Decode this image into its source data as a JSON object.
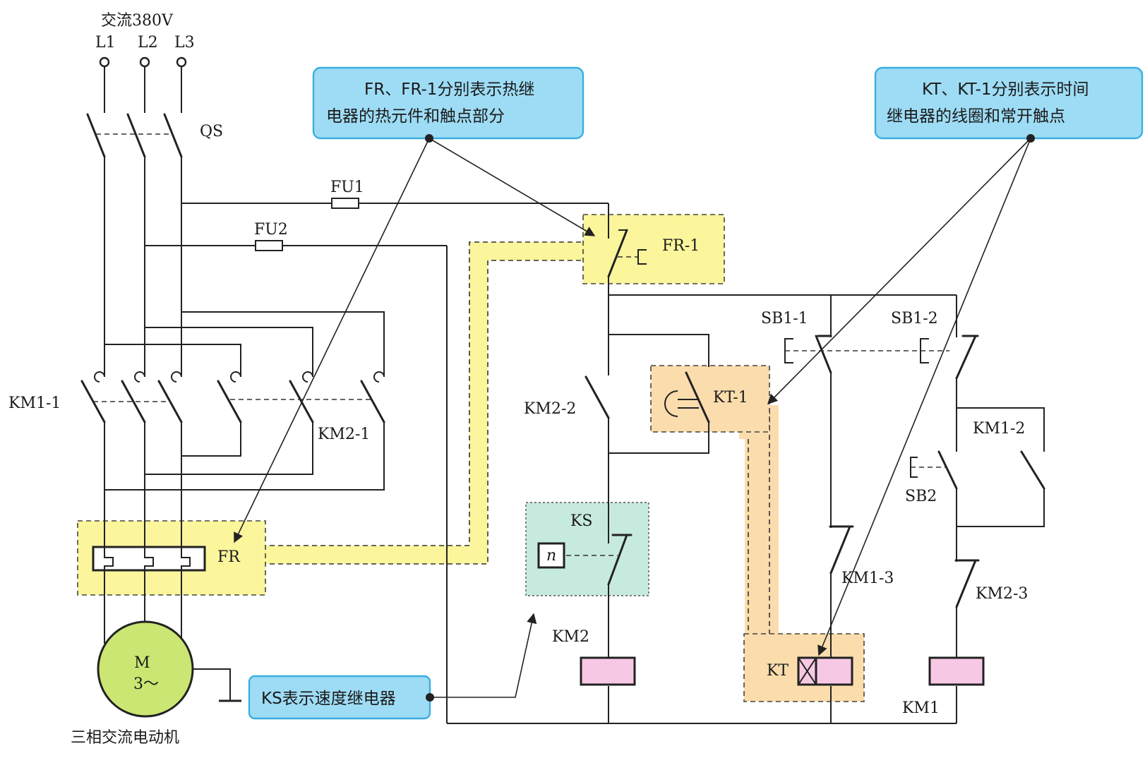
{
  "supply": {
    "title": "交流380V",
    "phases": [
      "L1",
      "L2",
      "L3"
    ]
  },
  "labels": {
    "qs": "QS",
    "fu1": "FU1",
    "fu2": "FU2",
    "fr_contact": "FR-1",
    "km1_main": "KM1-1",
    "km2_main": "KM2-1",
    "fr": "FR",
    "motor_line1": "M",
    "motor_line2": "3～",
    "motor_caption": "三相交流电动机",
    "km2_2": "KM2-2",
    "kt_1": "KT-1",
    "sb1_1": "SB1-1",
    "sb1_2": "SB1-2",
    "km1_2": "KM1-2",
    "sb2": "SB2",
    "ks": "KS",
    "ks_symbol": "n",
    "km1_3": "KM1-3",
    "km2_3": "KM2-3",
    "km2_coil": "KM2",
    "kt_coil": "KT",
    "km1_coil": "KM1"
  },
  "callouts": {
    "fr_line1": "FR、FR-1分别表示热继",
    "fr_line2": "电器的热元件和触点部分",
    "kt_line1": "KT、KT-1分别表示时间",
    "kt_line2": "继电器的线圈和常开触点",
    "ks": "KS表示速度继电器"
  },
  "colors": {
    "callout_fill": "#9edcf5",
    "callout_stroke": "#3aaee0",
    "yellow_highlight": "#fbf59c",
    "orange_highlight": "#fbdcac",
    "teal_highlight": "#c7eadf",
    "coil_fill": "#f7c8e4",
    "motor_fill": "#cbe672"
  }
}
